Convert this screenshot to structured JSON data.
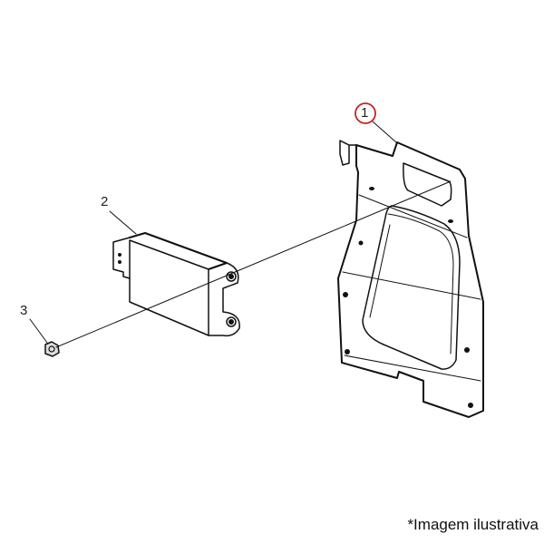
{
  "callouts": {
    "part1": "1",
    "part2": "2",
    "part3": "3"
  },
  "highlight_color": "#cc1f1f",
  "caption": "*Imagem ilustrativa"
}
